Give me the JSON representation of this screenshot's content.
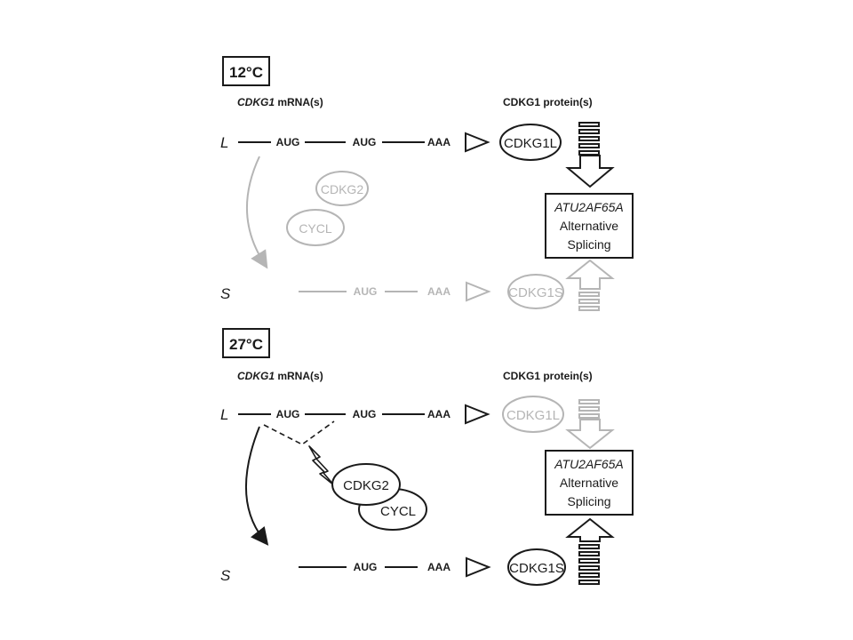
{
  "colors": {
    "dark": "#1a1a1a",
    "faded": "#b5b5b5"
  },
  "panels": [
    {
      "temperature": "12°C",
      "mrna_header_italic": "CDKG1",
      "mrna_header_rest": " mRNA(s)",
      "protein_header": "CDKG1 protein(s)",
      "long_label": "L",
      "short_label": "S",
      "long_codons": [
        "AUG",
        "AUG",
        "AAA"
      ],
      "short_codons": [
        "AUG",
        "AAA"
      ],
      "long_protein": "CDKG1L",
      "short_protein": "CDKG1S",
      "complex_top": "CDKG2",
      "complex_bottom": "CYCL",
      "target_italic": "ATU2AF65A",
      "target_line2": "Alternative",
      "target_line3": "Splicing"
    },
    {
      "temperature": "27°C",
      "mrna_header_italic": "CDKG1",
      "mrna_header_rest": " mRNA(s)",
      "protein_header": "CDKG1 protein(s)",
      "long_label": "L",
      "short_label": "S",
      "long_codons": [
        "AUG",
        "AUG",
        "AAA"
      ],
      "short_codons": [
        "AUG",
        "AAA"
      ],
      "long_protein": "CDKG1L",
      "short_protein": "CDKG1S",
      "complex_top": "CDKG2",
      "complex_bottom": "CYCL",
      "target_italic": "ATU2AF65A",
      "target_line2": "Alternative",
      "target_line3": "Splicing"
    }
  ]
}
